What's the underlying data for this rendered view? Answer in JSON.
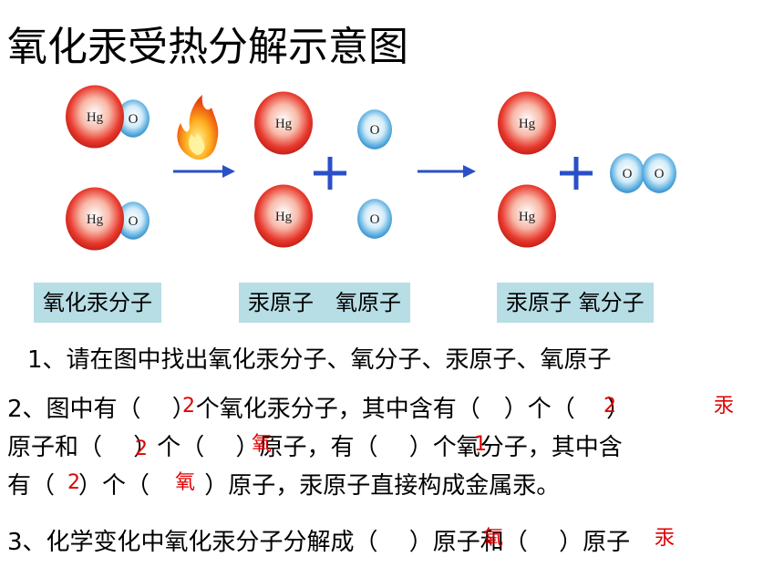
{
  "title": "氧化汞受热分解示意图",
  "diagram": {
    "atom_labels": {
      "mercury": "Hg",
      "oxygen": "O"
    },
    "colors": {
      "mercury": "#e83a2e",
      "oxygen": "#5aaee0",
      "arrow": "#2a50c8",
      "plus": "#2a50c8",
      "label_bg": "#b7dde5"
    },
    "icons": {
      "heat": "flame-icon"
    }
  },
  "labels": {
    "box1": "氧化汞分子",
    "box2": "汞原子　氧原子",
    "box3": "汞原子  氧分子"
  },
  "questions": {
    "q1": "1、请在图中找出氧化汞分子、氧分子、汞原子、氧原子",
    "q2_line1": "2、图中有（　 ）个氧化汞分子，其中含有（　）个（　 ）",
    "q2_line2": "原子和（　 ）个（　 ）原子，有（　 ）个氧分子，其中含",
    "q2_line3": "有（　）个（　 　）原子，汞原子直接构成金属汞。",
    "q3": "3、化学变化中氧化汞分子分解成（　 ）原子和（　 ）原子"
  },
  "answers": {
    "a1": "2",
    "a2": "2",
    "a3": "汞",
    "a4": "2",
    "a5": "氧",
    "a6": "1",
    "a7": "2",
    "a8": "氧",
    "a9": "氧",
    "a10": "汞"
  }
}
